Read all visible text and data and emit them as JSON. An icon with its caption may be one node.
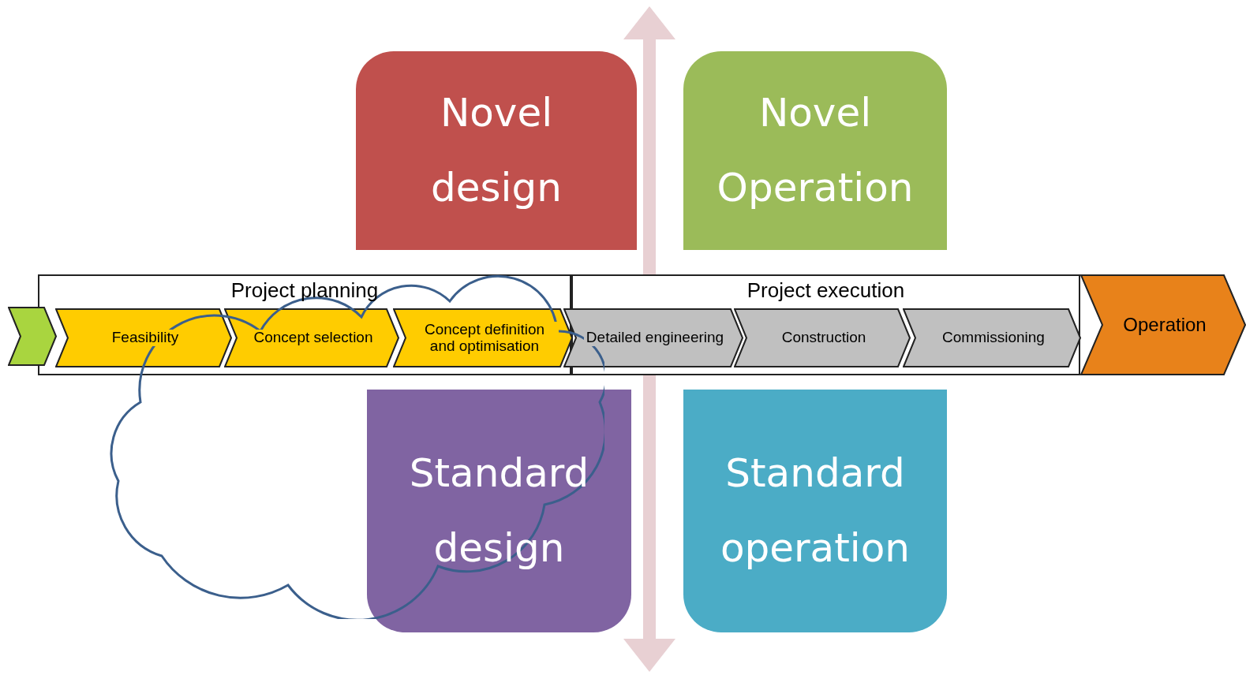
{
  "diagram": {
    "nodes": [
      {
        "text": [
          "Novel design"
        ]
      },
      {
        "text": [
          "Novel Operation"
        ]
      },
      {
        "text": [
          "Project planning"
        ]
      },
      {
        "text": [
          "Project execution"
        ]
      },
      {
        "text": [],
        "shape": "chevron"
      },
      {
        "text": [
          "Feasibility"
        ],
        "in": 2
      },
      {
        "text": [
          "Concept selection"
        ],
        "in": 2
      },
      {
        "text": [
          "Concept definition and optimisation"
        ],
        "in": 2
      },
      {
        "text": [
          "Detailed engineering"
        ],
        "in": 3
      },
      {
        "text": [
          "Construction"
        ],
        "in": 3
      },
      {
        "text": [
          "Commissioning"
        ],
        "in": 3
      },
      {
        "text": [
          "Operation"
        ]
      },
      {
        "text": [
          "Standard design"
        ]
      },
      {
        "text": [
          "Standard operation"
        ]
      },
      {
        "text": [],
        "shape": "cloud"
      }
    ],
    "edges": []
  }
}
